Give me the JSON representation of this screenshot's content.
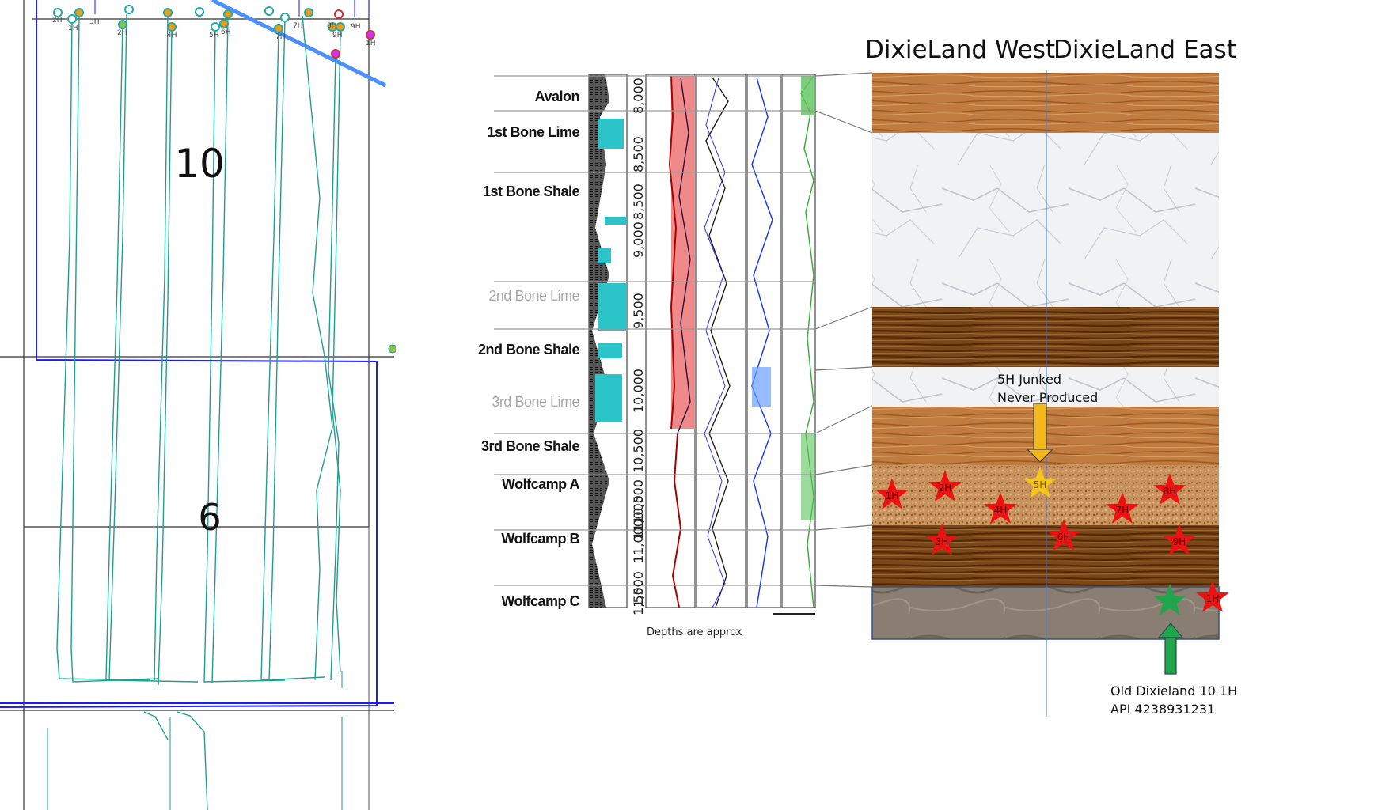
{
  "map": {
    "sections": [
      "10",
      "6"
    ],
    "well_labels": [
      "2H",
      "1H",
      "3H",
      "2H",
      "4H",
      "5H",
      "6H",
      "7H",
      "7H",
      "8H",
      "9H",
      "9H",
      "1H"
    ]
  },
  "log": {
    "zones": [
      "Avalon",
      "1st Bone Lime",
      "1st Bone Shale",
      "2nd Bone Lime",
      "2nd Bone Shale",
      "3rd Bone Lime",
      "3rd Bone Shale",
      "Wolfcamp A",
      "Wolfcamp B",
      "Wolfcamp C"
    ],
    "depth_ticks": [
      "8,000",
      "8,500",
      "8,500",
      "9,000",
      "9,500",
      "10,000",
      "10,500",
      "10,500",
      "11,000",
      "11,000",
      "11,500",
      "11,500"
    ],
    "footnote": "Depths are approx"
  },
  "cross_section": {
    "west_label": "DixieLand West",
    "east_label": "DixieLand East",
    "wells": [
      {
        "label": "1H",
        "zone": "Wolfcamp A",
        "color": "#ee1111"
      },
      {
        "label": "2H",
        "zone": "Wolfcamp A",
        "color": "#ee1111"
      },
      {
        "label": "4H",
        "zone": "Wolfcamp A",
        "color": "#ee1111"
      },
      {
        "label": "5H",
        "zone": "Wolfcamp A",
        "color": "#f5c518"
      },
      {
        "label": "7H",
        "zone": "Wolfcamp A",
        "color": "#ee1111"
      },
      {
        "label": "8H",
        "zone": "Wolfcamp A",
        "color": "#ee1111"
      },
      {
        "label": "3H",
        "zone": "Wolfcamp B",
        "color": "#ee1111"
      },
      {
        "label": "6H",
        "zone": "Wolfcamp B",
        "color": "#ee1111"
      },
      {
        "label": "9H",
        "zone": "Wolfcamp B",
        "color": "#ee1111"
      },
      {
        "label": "",
        "zone": "Wolfcamp C",
        "color": "#1fa64a"
      },
      {
        "label": "1H",
        "zone": "Wolfcamp C",
        "color": "#ee1111"
      }
    ],
    "note_5h_line1": "5H Junked",
    "note_5h_line2": "Never Produced",
    "note_old_line1": "Old Dixieland 10 1H",
    "note_old_line2": "API 4238931231",
    "note_5h_color": "#f5b81a",
    "note_old_color": "#1fa64a"
  }
}
